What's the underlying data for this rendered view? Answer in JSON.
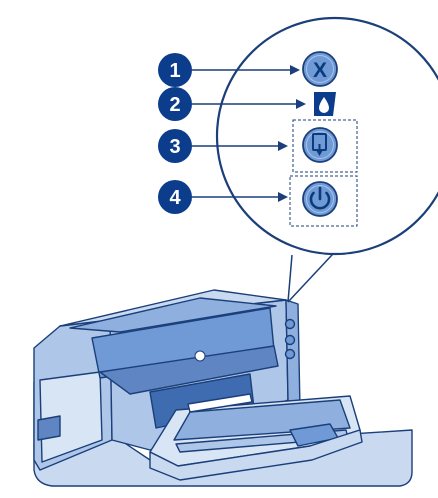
{
  "callouts": [
    {
      "number": "1",
      "icon": "cancel-button-icon",
      "glyph": "X"
    },
    {
      "number": "2",
      "icon": "ink-cartridge-light-icon"
    },
    {
      "number": "3",
      "icon": "resume-button-icon"
    },
    {
      "number": "4",
      "icon": "power-button-icon"
    }
  ],
  "colors": {
    "callout_badge": "#0b3d8c",
    "button_fill": "#6f9ad6",
    "printer_body": "#aec6e8",
    "printer_dark": "#5f86c2",
    "outline": "#1b3f7a"
  }
}
